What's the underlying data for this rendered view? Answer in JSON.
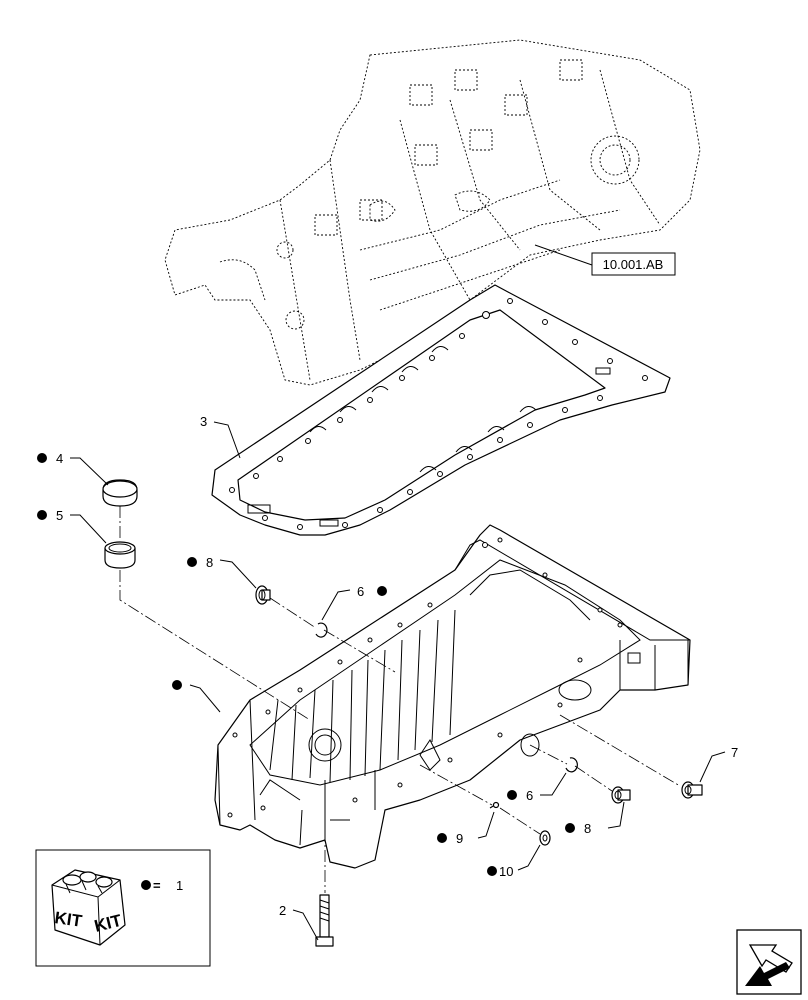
{
  "reference_label": "10.001.AB",
  "callouts": {
    "c1": "1",
    "c2": "2",
    "c3": "3",
    "c4": "4",
    "c5": "5",
    "c6a": "6",
    "c6b": "6",
    "c7": "7",
    "c8a": "8",
    "c8b": "8",
    "c9": "9",
    "c10": "10"
  },
  "legend": {
    "equals": "=",
    "value": "1",
    "kit_label_1": "KIT",
    "kit_label_2": "KIT"
  },
  "icons": {
    "bullet": "filled-circle",
    "navigation": "arrow-icon"
  }
}
